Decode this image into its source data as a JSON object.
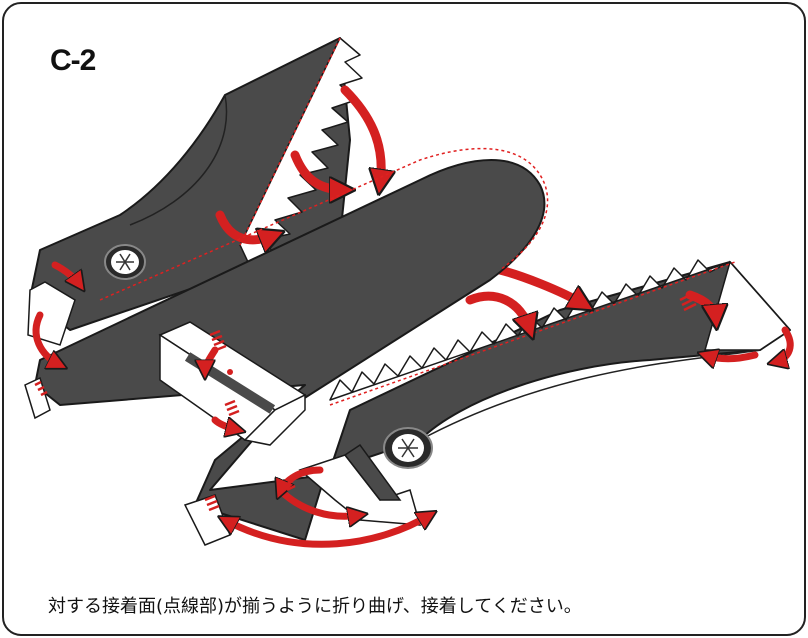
{
  "step_label": "C-2",
  "instruction": "対する接着面(点線部)が揃うように折り曲げ、接着してください。",
  "colors": {
    "panel_dark": "#4a4a4a",
    "outline": "#1a1a1a",
    "arrow_red": "#d42020",
    "dotted_red": "#e02020",
    "paper_white": "#ffffff",
    "frame": "#222222"
  },
  "icons": [
    "yamaha-logo-emblem-left",
    "yamaha-logo-emblem-right"
  ]
}
